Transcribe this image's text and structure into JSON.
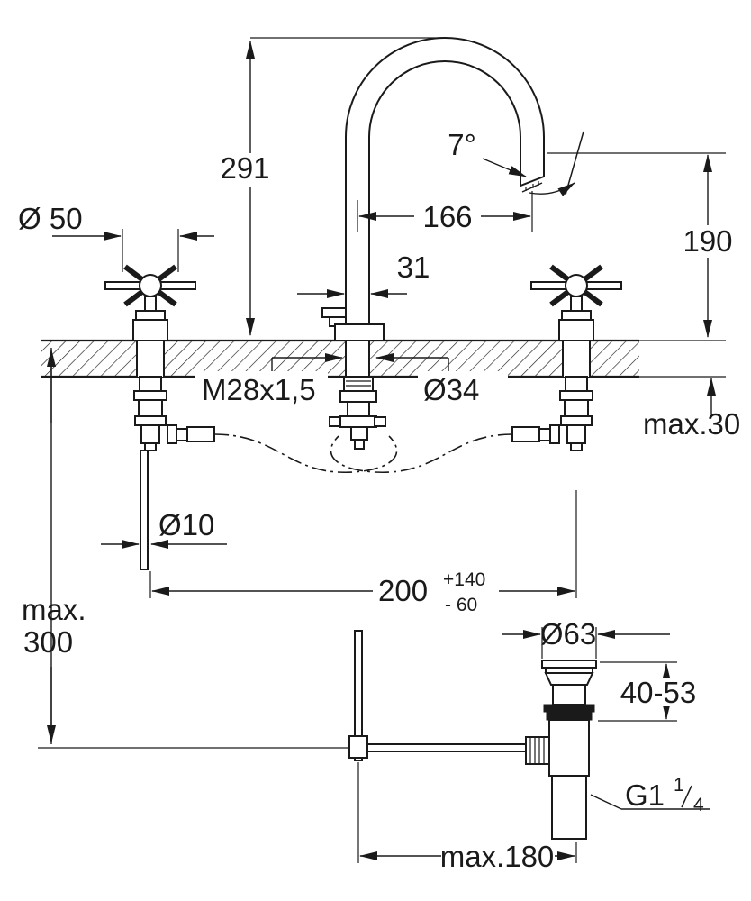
{
  "drawing": {
    "colors": {
      "line": "#1a1a1a",
      "background": "#ffffff"
    },
    "labels": {
      "dim_291": "291",
      "dim_angle": "7°",
      "dim_166": "166",
      "dim_190": "190",
      "dim_d50": "Ø 50",
      "dim_31": "31",
      "dim_thread": "M28x1,5",
      "dim_d34": "Ø34",
      "dim_max30": "max.30",
      "dim_d10": "Ø10",
      "dim_200": "200",
      "dim_200_plus": "+140",
      "dim_200_minus": "- 60",
      "dim_max_line1": "max.",
      "dim_max_line2": "300",
      "dim_d63": "Ø63",
      "dim_40_53": "40-53",
      "dim_g1": "G1",
      "dim_g1_num": "1",
      "dim_g1_den": "4",
      "dim_max180": "max.180"
    }
  }
}
